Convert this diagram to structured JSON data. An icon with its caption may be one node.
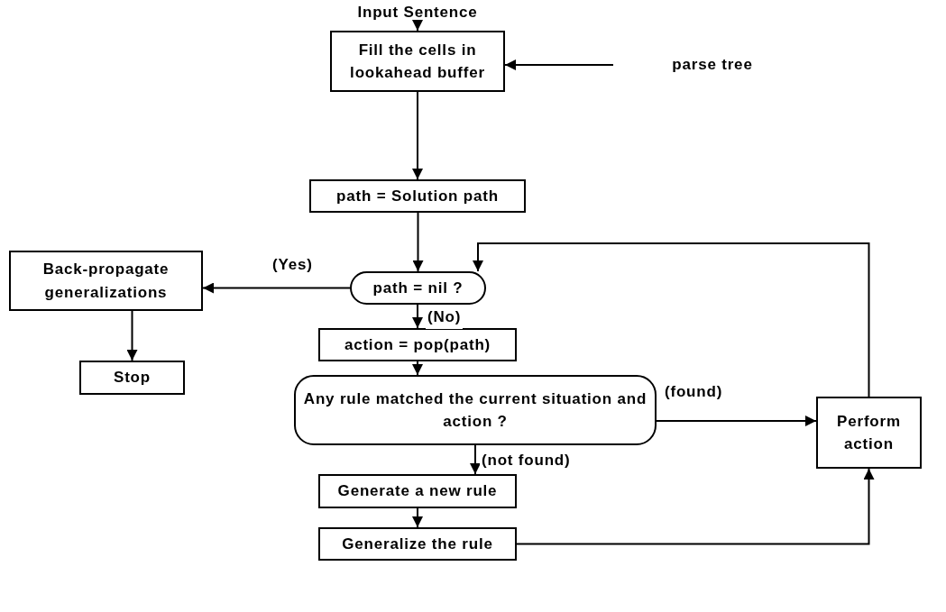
{
  "diagram": {
    "nodes": [
      {
        "text": [
          "Input Sentence"
        ]
      },
      {
        "text": [
          "Fill the cells in lookahead buffer"
        ]
      },
      {
        "text": [
          "parse tree"
        ]
      },
      {
        "text": [
          "path = Solution path"
        ]
      },
      {
        "text": [
          "path = nil ?"
        ]
      },
      {
        "text": [
          "Back-propagate generalizations"
        ]
      },
      {
        "text": [
          "Stop"
        ]
      },
      {
        "text": [
          "action = pop(path)"
        ]
      },
      {
        "text": [
          "Any rule matched the current situation and action ?"
        ]
      },
      {
        "text": [
          "Perform action"
        ]
      },
      {
        "text": [
          "Generate a new rule"
        ]
      },
      {
        "text": [
          "Generalize the rule"
        ]
      }
    ],
    "edges": [
      {
        "from": 0,
        "to": 1,
        "arrow": "to"
      },
      {
        "from": 2,
        "to": 1,
        "arrow": "to"
      },
      {
        "from": 1,
        "to": 3,
        "arrow": "to"
      },
      {
        "from": 3,
        "to": 4,
        "arrow": "to"
      },
      {
        "from": 4,
        "to": 5,
        "arrow": "to",
        "label": "(Yes)"
      },
      {
        "from": 4,
        "to": 7,
        "arrow": "to",
        "label": "(No)"
      },
      {
        "from": 5,
        "to": 6,
        "arrow": "to"
      },
      {
        "from": 7,
        "to": 8,
        "arrow": "to"
      },
      {
        "from": 8,
        "to": 9,
        "arrow": "to",
        "label": "(found)"
      },
      {
        "from": 8,
        "to": 10,
        "arrow": "to",
        "label": "(not found)"
      },
      {
        "from": 10,
        "to": 11,
        "arrow": "to"
      },
      {
        "from": 11,
        "to": 9,
        "arrow": "to"
      },
      {
        "from": 9,
        "to": 4,
        "arrow": "to"
      }
    ]
  }
}
